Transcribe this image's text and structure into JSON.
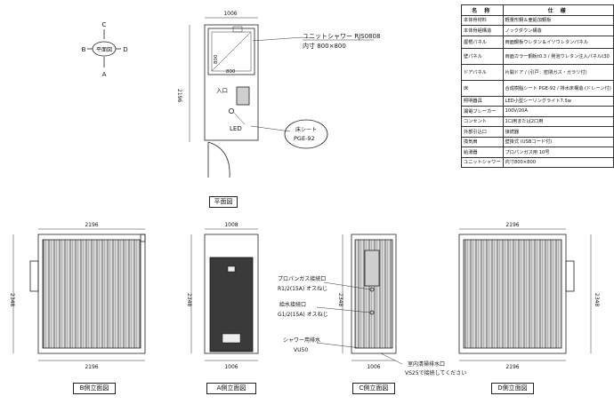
{
  "compass": {
    "up": "C",
    "center": "平面図",
    "left": "B",
    "right": "D",
    "down": "A"
  },
  "plan": {
    "dim_width": "1006",
    "dim_depth": "2196",
    "inner_dim_depth": "800",
    "inner_dim_width": "800",
    "model_line1": "ユニットシャワー RJS0808",
    "model_line2": "内寸 800×800",
    "entrance": "入口",
    "led": "LED",
    "floor_sheet_line1": "床シート",
    "floor_sheet_line2": "PGE-92",
    "caption": "平面図"
  },
  "elev_b": {
    "dim_top": "2196",
    "dim_bottom": "2196",
    "dim_height": "2348",
    "caption": "B側立面図"
  },
  "elev_a": {
    "dim_top": "1008",
    "dim_bottom": "1006",
    "dim_height": "2348",
    "caption": "A側立面図"
  },
  "elev_c": {
    "dim_bottom": "1006",
    "dim_height": "2348",
    "caption": "C側立面図",
    "note_propane_1": "プロパンガス接続口",
    "note_propane_2": "R1/2(15A) オスねじ",
    "note_water_1": "給水接続口",
    "note_water_2": "G1/2(15A) オスねじ",
    "note_drain_1": "シャワー用排水",
    "note_drain_2": "VU50",
    "note_indoor_1": "室内清掃排水口",
    "note_indoor_2": "VS25で接続してください"
  },
  "elev_d": {
    "dim_top": "2196",
    "dim_bottom": "2196",
    "dim_height": "2348",
    "caption": "D側立面図"
  },
  "spec": {
    "header_name": "名 称",
    "header_spec": "仕 様",
    "rows": [
      {
        "name": "本体骨材料",
        "spec": "軽量形鋼＆亜鉛加鋼板"
      },
      {
        "name": "本体骨組構造",
        "spec": "ノックダウン構造"
      },
      {
        "name": "屋根パネル",
        "spec": "両面鋼板ウレタン＆イソウレタンパネル"
      },
      {
        "name": "壁パネル",
        "spec": "両面カラー鋼板t0.3 / 発泡ウレタン注入パネルt30"
      },
      {
        "name": "ドアパネル",
        "spec": "片開ドア / (引戸：密閉ガス・ガラリ付)"
      },
      {
        "name": "床",
        "spec": "合成樹脂シート PGE-92 / 排水床構造 (ドレーン付)"
      },
      {
        "name": "照明器具",
        "spec": "LED小型シーリングライト7.5w"
      },
      {
        "name": "漏電ブレーカー",
        "spec": "100V/20A"
      },
      {
        "name": "コンセント",
        "spec": "1口用または2口用"
      },
      {
        "name": "外部引込口",
        "spec": "接続器"
      },
      {
        "name": "換気扇",
        "spec": "壁掛式 (USBコード付)"
      },
      {
        "name": "給湯器",
        "spec": "プロパンガス用 10号"
      },
      {
        "name": "ユニットシャワー",
        "spec": "内寸800×800"
      }
    ]
  }
}
